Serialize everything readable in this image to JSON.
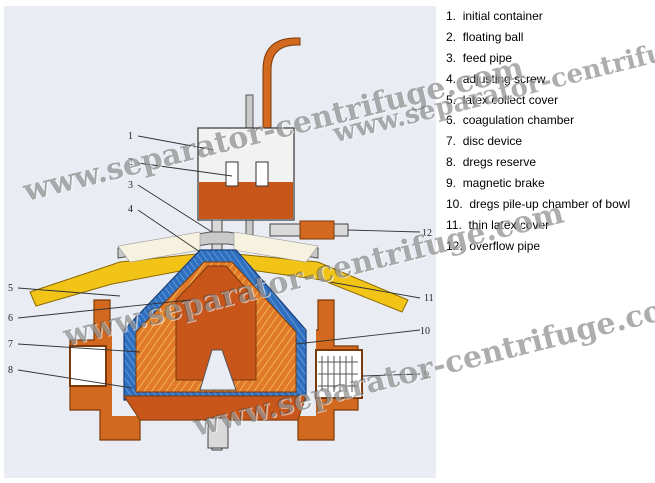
{
  "legend": [
    {
      "num": "1.",
      "label": "initial container"
    },
    {
      "num": "2.",
      "label": "floating ball"
    },
    {
      "num": "3.",
      "label": "feed pipe"
    },
    {
      "num": "4.",
      "label": "adjusting screw"
    },
    {
      "num": "5.",
      "label": "latex collect cover"
    },
    {
      "num": "6.",
      "label": "coagulation chamber"
    },
    {
      "num": "7.",
      "label": "disc device"
    },
    {
      "num": "8.",
      "label": "dregs reserve"
    },
    {
      "num": "9.",
      "label": "magnetic brake"
    },
    {
      "num": "10.",
      "label": "dregs pile-up chamber of bowl"
    },
    {
      "num": "11.",
      "label": "thin latex cover"
    },
    {
      "num": "12.",
      "label": "overflow pipe"
    }
  ],
  "callouts": [
    "1",
    "2",
    "3",
    "4",
    "5",
    "6",
    "7",
    "8",
    "9",
    "10",
    "11",
    "12"
  ],
  "watermark": "www.separator-centrifuge.com",
  "colors": {
    "orange": "#d2691e",
    "blue": "#2f6fc0",
    "yellow": "#f2c418",
    "background": "#e9edf3"
  }
}
